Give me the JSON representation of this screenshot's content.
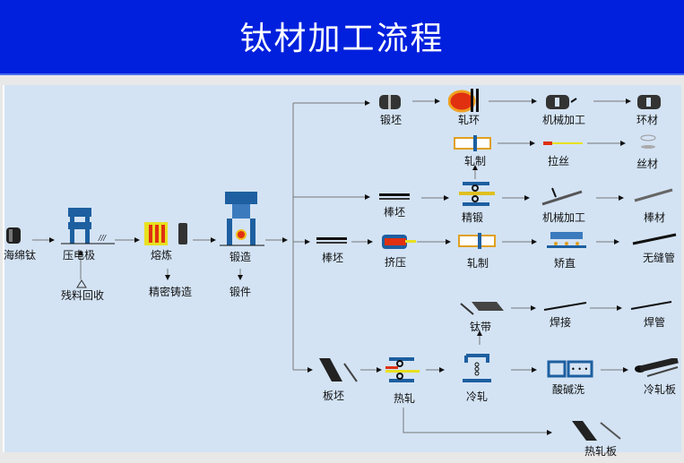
{
  "title": "钛材加工流程",
  "nodes": {
    "sponge": "海绵钛",
    "electrode": "压电极",
    "scrap": "残料回收",
    "melting": "熔炼",
    "precision_casting": "精密铸造",
    "forging": "锻造",
    "forgings": "锻件",
    "forge_blank": "锻坯",
    "ring_rolling": "轧环",
    "machining_1": "机械加工",
    "ring": "环材",
    "rolling_1": "轧制",
    "drawing": "拉丝",
    "wire": "丝材",
    "bar_blank_1": "棒坯",
    "precision_forging": "精锻",
    "machining_2": "机械加工",
    "bar": "棒材",
    "bar_blank_2": "棒坯",
    "extrusion": "挤压",
    "rolling_2": "轧制",
    "straightening": "矫直",
    "seamless_tube": "无缝管",
    "strip": "钛带",
    "welding": "焊接",
    "welded_tube": "焊管",
    "slab": "板坯",
    "hot_rolling": "热轧",
    "cold_rolling": "冷轧",
    "pickling": "酸碱洗",
    "cold_plate": "冷轧板",
    "hot_plate": "热轧板"
  },
  "colors": {
    "header": "#0020dd",
    "panel": "#d3e3f4",
    "machine": "#1d5fa0",
    "hot": "#e03010",
    "glow": "#f0e020"
  }
}
